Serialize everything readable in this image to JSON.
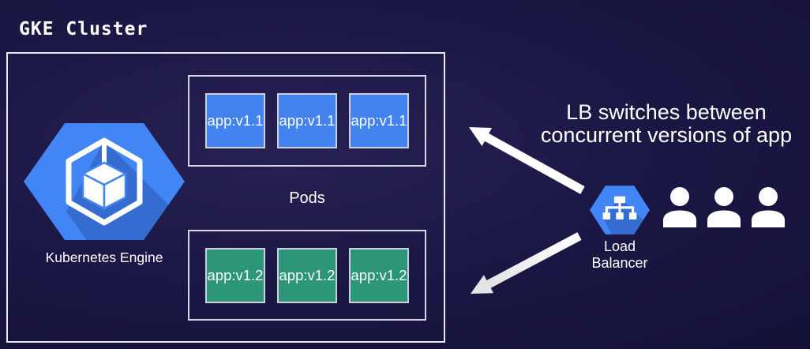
{
  "title": "GKE Cluster",
  "colors": {
    "background": "#1c1846",
    "box_border": "#e8e8f0",
    "pod_border": "#cfd0dd",
    "pod_v11_fill": "#4283f0",
    "pod_v12_fill": "#2d9679",
    "hexagon_blue": "#4285f4",
    "text": "#ffffff",
    "arrow": "#ffffff"
  },
  "cluster": {
    "kubernetes_engine_label": "Kubernetes Engine",
    "pods_label": "Pods",
    "pod_groups": [
      {
        "version": "v1.1",
        "pods": [
          "app:v1.1",
          "app:v1.1",
          "app:v1.1"
        ]
      },
      {
        "version": "v1.2",
        "pods": [
          "app:v1.2",
          "app:v1.2",
          "app:v1.2"
        ]
      }
    ]
  },
  "annotation": {
    "line1": "LB switches between",
    "line2": "concurrent versions of app"
  },
  "load_balancer": {
    "label_line1": "Load",
    "label_line2": "Balancer"
  },
  "users_count": 3,
  "icons": {
    "kubernetes_engine": "gke-hexagon-icon",
    "load_balancer": "load-balancer-hexagon-icon",
    "user": "user-icon",
    "arrow_up": "arrow-to-pods-v1-1",
    "arrow_down": "arrow-to-pods-v1-2"
  },
  "arrows": [
    {
      "from": "load-balancer",
      "to": "pods-v1.1"
    },
    {
      "from": "load-balancer",
      "to": "pods-v1.2"
    }
  ]
}
